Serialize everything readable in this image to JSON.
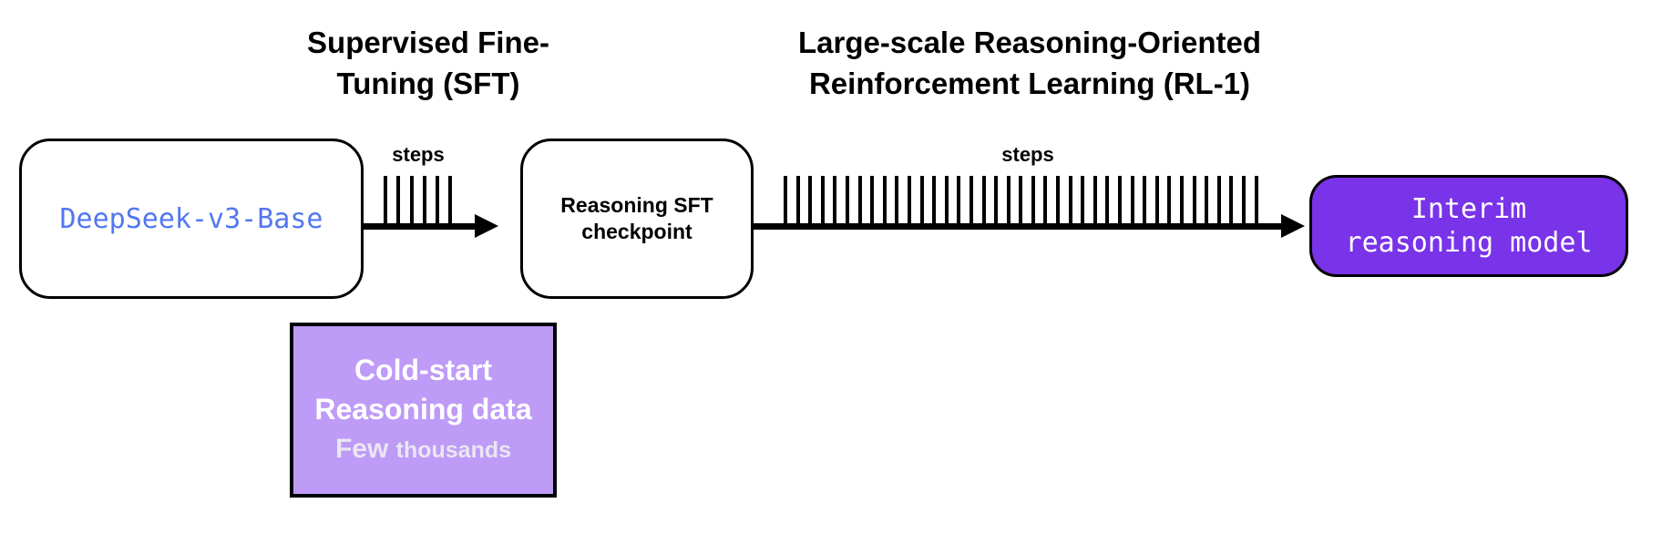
{
  "headings": [
    {
      "line1": "Supervised Fine-",
      "line2": "Tuning (SFT)"
    },
    {
      "line1": "Large-scale Reasoning-Oriented",
      "line2": "Reinforcement Learning (RL-1)"
    }
  ],
  "nodes": {
    "base": {
      "label": "DeepSeek-v3-Base"
    },
    "checkpoint": {
      "line1": "Reasoning SFT",
      "line2": "checkpoint"
    },
    "interim": {
      "line1": "Interim",
      "line2": "reasoning model"
    },
    "cold_start": {
      "line1": "Cold-start",
      "line2": "Reasoning data",
      "line3_emph": "Few",
      "line3_rest": "thousands"
    }
  },
  "arrows": {
    "sft": {
      "label": "steps",
      "tick_count": 6
    },
    "rl": {
      "label": "steps",
      "tick_count": 39
    }
  },
  "colors": {
    "base_model_text": "#5377F1",
    "interim_box_bg": "#7933E9",
    "interim_box_text": "#FFFFFF",
    "cold_start_box_bg": "#BE9BF7",
    "cold_start_muted_text": "#EAE6F2",
    "heading_text": "#000000"
  }
}
